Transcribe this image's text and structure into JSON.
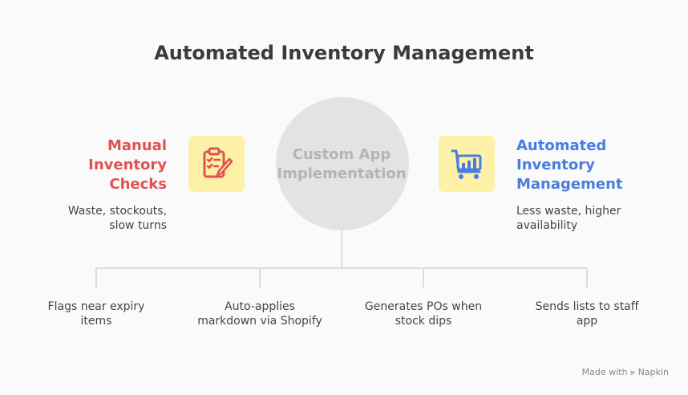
{
  "title": "Automated Inventory Management",
  "center": {
    "label": "Custom App\nImplementation"
  },
  "left": {
    "title": "Manual\nInventory\nChecks",
    "description": "Waste, stockouts,\nslow turns",
    "icon": "clipboard-checklist-icon",
    "color": "#e05252"
  },
  "right": {
    "title": "Automated\nInventory\nManagement",
    "description": "Less waste, higher\navailability",
    "icon": "cart-chart-icon",
    "color": "#4a7de0"
  },
  "features": [
    {
      "label": "Flags near expiry\nitems"
    },
    {
      "label": "Auto-applies\nmarkdown via Shopify"
    },
    {
      "label": "Generates POs when\nstock dips"
    },
    {
      "label": "Sends lists to staff\napp"
    }
  ],
  "footer": {
    "label": "Made with ⪢ Napkin"
  },
  "colors": {
    "icon_bg": "#fdf1a8",
    "circle": "#e3e3e3",
    "lines": "#dcdcdc"
  }
}
